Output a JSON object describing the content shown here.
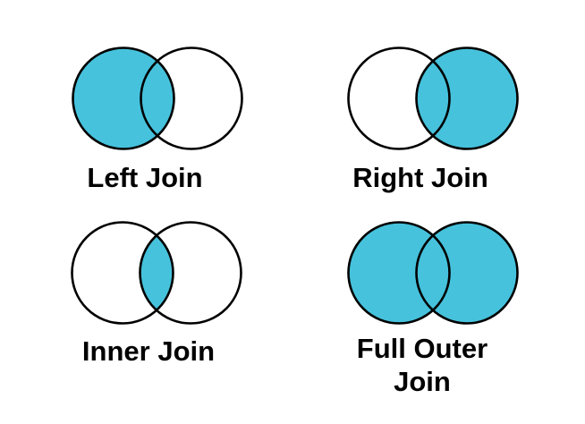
{
  "colors": {
    "highlight": "#46C2DC",
    "outline": "#000000",
    "text": "#000000",
    "background": "#FFFFFF"
  },
  "diagrams": {
    "left_join": {
      "label": "Left Join",
      "shaded_region": "left-circle-including-overlap"
    },
    "right_join": {
      "label": "Right Join",
      "shaded_region": "right-circle-including-overlap"
    },
    "inner_join": {
      "label": "Inner Join",
      "shaded_region": "overlap-only"
    },
    "full_outer_join": {
      "label": "Full Outer Join",
      "shaded_region": "both-circles-including-overlap"
    }
  }
}
